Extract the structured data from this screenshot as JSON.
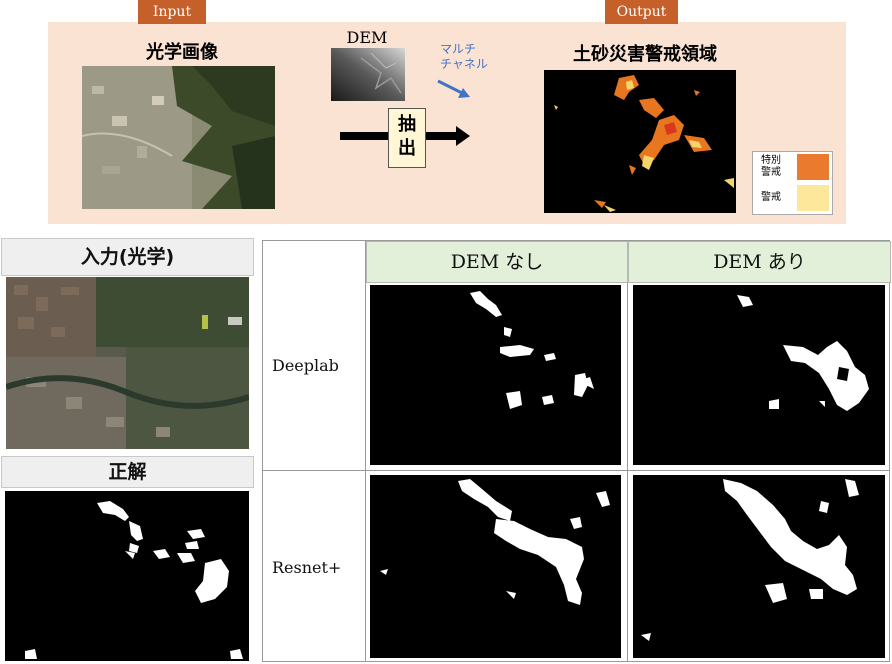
{
  "top": {
    "input_tag": "Input",
    "output_tag": "Output",
    "optical_title": "光学画像",
    "dem_label": "DEM",
    "multichannel_label": "マルチ\nチャネル",
    "extract_label": "抽\n出",
    "output_title": "土砂災害警戒領域",
    "legend": [
      {
        "label": "特別\n警戒",
        "color": "#ea7b2e"
      },
      {
        "label": "警戒",
        "color": "#fde79b"
      }
    ]
  },
  "bottom": {
    "input_title": "入力(光学)",
    "gt_title": "正解",
    "col_headers": [
      "DEM なし",
      "DEM あり"
    ],
    "row_labels": [
      "Deeplab",
      "Resnet+"
    ]
  },
  "colors": {
    "accent_tag": "#c5602a",
    "panel_bg": "#fbe3d4",
    "header_green": "#e2efd9",
    "arrow_blue": "#4472c4"
  }
}
